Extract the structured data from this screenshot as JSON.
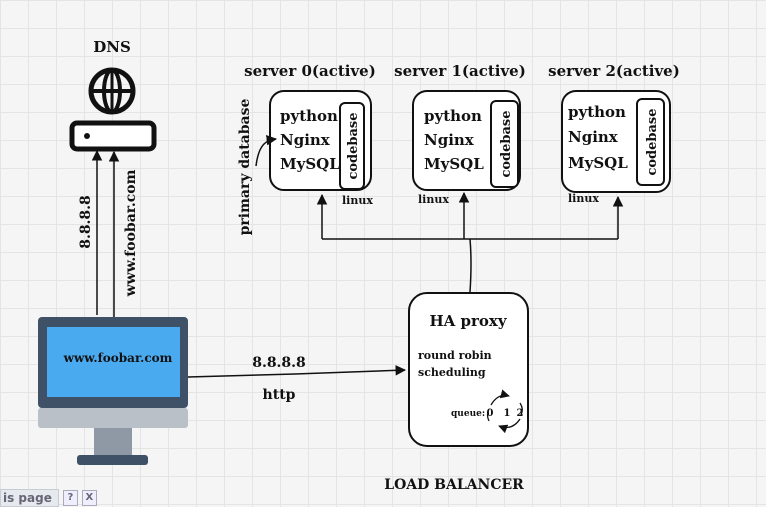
{
  "dns": {
    "title": "DNS"
  },
  "dns_query": {
    "ip": "8.8.8.8",
    "domain": "www.foobar.com"
  },
  "client": {
    "screen_text": "www.foobar.com"
  },
  "request": {
    "ip": "8.8.8.8",
    "protocol": "http"
  },
  "load_balancer": {
    "title": "HA proxy",
    "algorithm_line1": "round robin",
    "algorithm_line2": "scheduling",
    "queue_label": "queue:",
    "queue_items": [
      "0",
      "1",
      "2"
    ],
    "caption": "LOAD BALANCER"
  },
  "servers": [
    {
      "title": "server 0(active)",
      "stack": [
        "python",
        "Nginx",
        "MySQL"
      ],
      "codebase": "codebase",
      "os": "linux",
      "db_note": "primary database"
    },
    {
      "title": "server 1(active)",
      "stack": [
        "python",
        "Nginx",
        "MySQL"
      ],
      "codebase": "codebase",
      "os": "linux"
    },
    {
      "title": "server 2(active)",
      "stack": [
        "python",
        "Nginx",
        "MySQL"
      ],
      "codebase": "codebase",
      "os": "linux"
    }
  ],
  "page_note": {
    "label": "is page",
    "help": "?",
    "close": "X"
  },
  "colors": {
    "screen": "#4aaaf0",
    "monitor_frame": "#3e5166",
    "monitor_stand": "#b9c0c8"
  }
}
